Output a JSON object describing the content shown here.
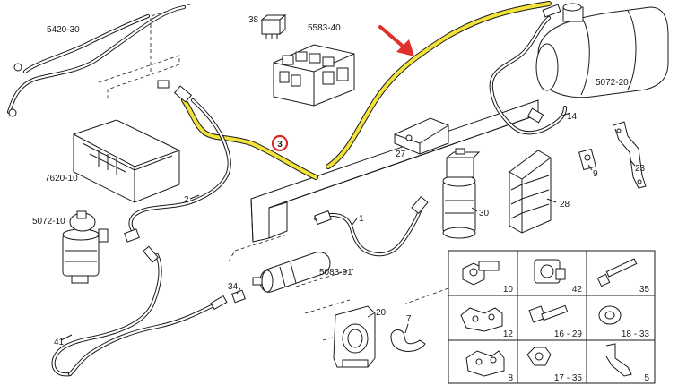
{
  "labels": {
    "l5420_30": "5420-30",
    "l38": "38",
    "l5583_40": "5583-40",
    "l5072_20": "5072-20",
    "l14": "14",
    "l3": "3",
    "l27": "27",
    "l9": "9",
    "l23": "23",
    "l7620_10": "7620-10",
    "l2": "2",
    "l28": "28",
    "l5072_10": "5072-10",
    "l1": "1",
    "l30": "30",
    "l5083_91": "5083-91",
    "l34": "34",
    "l20": "20",
    "l7": "7",
    "l41": "41"
  },
  "legend": {
    "c10": "10",
    "c42": "42",
    "c35": "35",
    "c12": "12",
    "c16_29": "16 - 29",
    "c18_33": "18 - 33",
    "c8": "8",
    "c17_35": "17 - 35",
    "c5": "5"
  },
  "colors": {
    "highlight": "#f2e23a",
    "arrow": "#e0302a",
    "callout": "#d42a25"
  }
}
